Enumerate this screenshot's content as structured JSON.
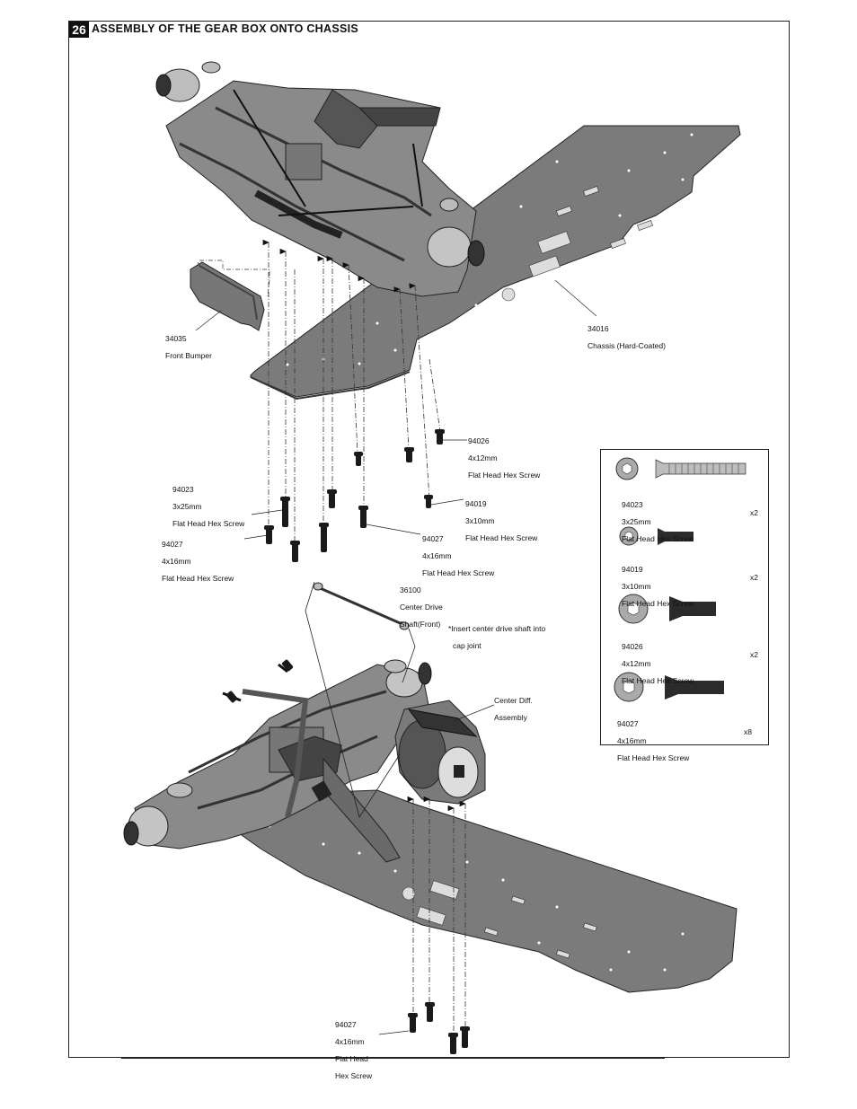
{
  "step": {
    "number": "26",
    "title": "ASSEMBLY OF THE GEAR BOX ONTO CHASSIS"
  },
  "callouts": {
    "front_bumper": {
      "part": "34035",
      "name": "Front Bumper"
    },
    "chassis": {
      "part": "34016",
      "name": "Chassis (Hard-Coated)"
    },
    "screw_94026": {
      "part": "94026",
      "size": "4x12mm",
      "name": "Flat Head Hex Screw"
    },
    "screw_94023": {
      "part": "94023",
      "size": "3x25mm",
      "name": "Flat Head Hex Screw"
    },
    "screw_94019": {
      "part": "94019",
      "size": "3x10mm",
      "name": "Flat Head Hex Screw"
    },
    "screw_94027_left": {
      "part": "94027",
      "size": "4x16mm",
      "name": "Flat Head Hex Screw"
    },
    "screw_94027_right": {
      "part": "94027",
      "size": "4x16mm",
      "name": "Flat Head Hex Screw"
    },
    "drive_shaft": {
      "part": "36100",
      "line1": "Center Drive",
      "line2": "Shaft(Front)"
    },
    "note": {
      "line1": "*Insert center drive shaft into",
      "line2": "cap joint"
    },
    "center_diff": {
      "line1": "Center Diff.",
      "line2": "Assembly"
    },
    "screw_94027_bottom": {
      "part": "94027",
      "size": "4x16mm",
      "line1": "Flat Head",
      "line2": "Hex Screw"
    }
  },
  "parts_box": [
    {
      "part": "94023",
      "size": "3x25mm",
      "name": "Flat Head Hex Screw",
      "qty": "x2"
    },
    {
      "part": "94019",
      "size": "3x10mm",
      "name": "Flat Head Hex Screw",
      "qty": "x2"
    },
    {
      "part": "94026",
      "size": "4x12mm",
      "name": "Flat Head Hex Screw",
      "qty": "x2"
    },
    {
      "part": "94027",
      "size": "4x16mm",
      "name": "Flat Head Hex Screw",
      "qty": "x8"
    }
  ]
}
